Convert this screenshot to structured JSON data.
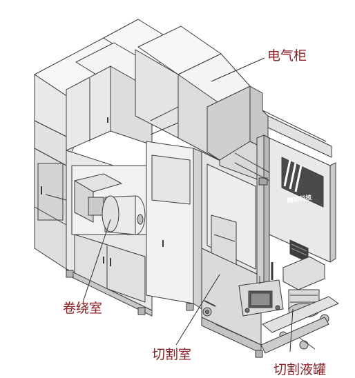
{
  "labels": {
    "electrical_cabinet": "电气柜",
    "winding_chamber": "卷绕室",
    "cutting_chamber": "切割室",
    "cutting_fluid_tank": "切割液罐"
  },
  "brand_text": "精功科技",
  "colors": {
    "line": "#3a3a3a",
    "panel_light": "#f4f4f4",
    "panel_mid": "#e6e6e6",
    "panel_dark": "#d2d2d2",
    "panel_shadow": "#bdbdbd",
    "brand_panel": "#4a4a4a",
    "callout": "#8a1f24"
  }
}
